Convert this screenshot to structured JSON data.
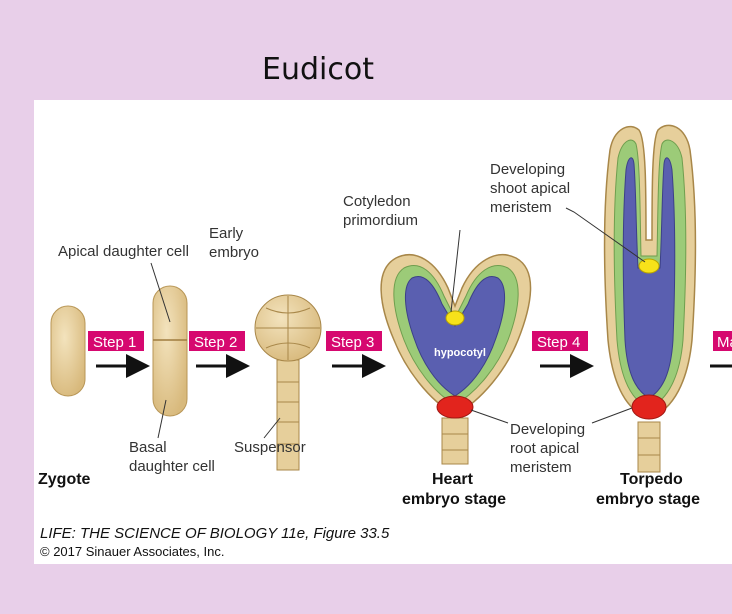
{
  "title": "Eudicot",
  "steps": [
    "Step 1",
    "Step 2",
    "Step 3",
    "Step 4",
    "Ma"
  ],
  "labels": {
    "apical_daughter_cell": "Apical daughter cell",
    "early_embryo_1": "Early",
    "early_embryo_2": "embryo",
    "cotyledon_1": "Cotyledon",
    "cotyledon_2": "primordium",
    "shoot_1": "Developing",
    "shoot_2": "shoot apical",
    "shoot_3": "meristem",
    "hypocotyl": "hypocotyl",
    "basal_1": "Basal",
    "basal_2": "daughter cell",
    "suspensor": "Suspensor",
    "root_1": "Developing",
    "root_2": "root apical",
    "root_3": "meristem"
  },
  "stages": {
    "zygote": "Zygote",
    "heart_1": "Heart",
    "heart_2": "embryo stage",
    "torpedo_1": "Torpedo",
    "torpedo_2": "embryo stage"
  },
  "credit": {
    "line1_title": "LIFE: THE SCIENCE OF BIOLOGY 11e",
    "line1_fig": ", Figure 33.5",
    "line2": "© 2017 Sinauer Associates, Inc."
  },
  "colors": {
    "background": "#e8cfe9",
    "step_badge": "#d6086f",
    "cell_tan": "#e6cf9b",
    "protoderm_green": "#9ccb78",
    "ground_purple": "#5a5fb0",
    "shoot_meristem_yellow": "#f7e21a",
    "root_meristem_red": "#e2241d"
  }
}
